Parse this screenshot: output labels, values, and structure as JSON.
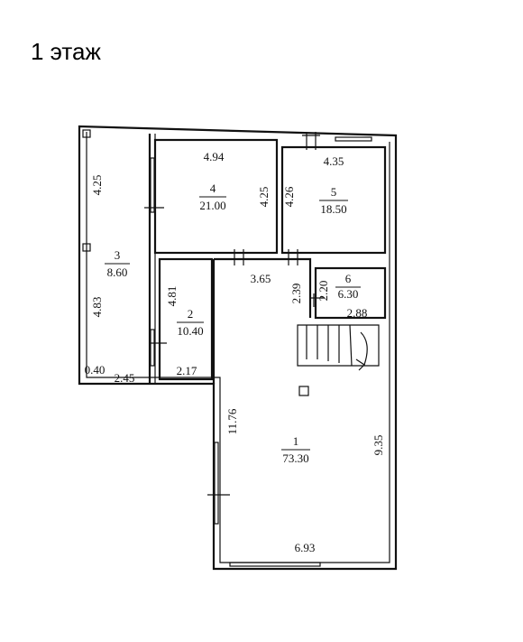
{
  "title": "1 этаж",
  "rooms": [
    {
      "number": "1",
      "area": "73.30"
    },
    {
      "number": "2",
      "area": "10.40"
    },
    {
      "number": "3",
      "area": "8.60"
    },
    {
      "number": "4",
      "area": "21.00"
    },
    {
      "number": "5",
      "area": "18.50"
    },
    {
      "number": "6",
      "area": "6.30"
    }
  ],
  "dimensions": {
    "d_425_left": "4.25",
    "d_483": "4.83",
    "d_040": "0.40",
    "d_245": "2.45",
    "d_494": "4.94",
    "d_425_room4": "4.25",
    "d_426": "4.26",
    "d_435": "4.35",
    "d_481": "4.81",
    "d_217": "2.17",
    "d_365": "3.65",
    "d_239": "2.39",
    "d_220": "2.20",
    "d_288": "2.88",
    "d_1176": "11.76",
    "d_935": "9.35",
    "d_693": "6.93"
  }
}
